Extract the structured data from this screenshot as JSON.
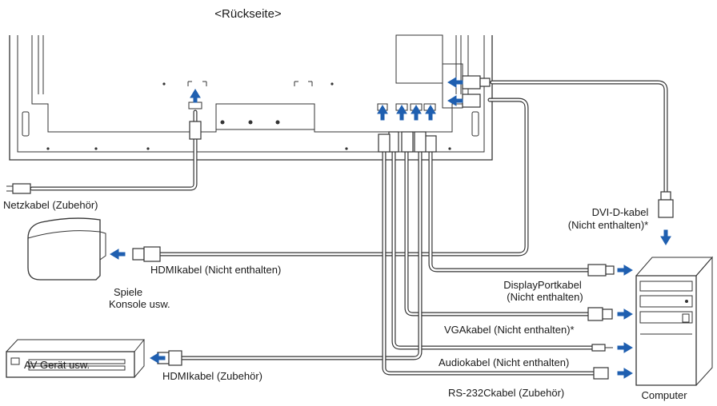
{
  "title": "<Rückseite>",
  "labels": {
    "power_cable": "Netzkabel (Zubehör)",
    "dvi_cable_line1": "DVI-D-kabel",
    "dvi_cable_line2": "(Nicht enthalten)*",
    "hdmi_cable_game": "HDMIkabel (Nicht enthalten)",
    "game_console_line1": "Spiele",
    "game_console_line2": "Konsole usw.",
    "displayport_line1": "DisplayPortkabel",
    "displayport_line2": "(Nicht enthalten)",
    "vga_cable": "VGAkabel (Nicht enthalten)*",
    "audio_cable": "Audiokabel (Nicht enthalten)",
    "av_device": "AV Gerät usw.",
    "hdmi_cable_av": "HDMIkabel (Zubehör)",
    "rs232_cable": "RS-232Ckabel (Zubehör)",
    "computer": "Computer"
  },
  "colors": {
    "arrow": "#1f5fb0",
    "line": "#333333"
  },
  "icons": [
    "monitor-rear",
    "game-console",
    "av-device",
    "computer-tower",
    "power-plug",
    "hdmi-plug",
    "dvi-plug",
    "displayport-plug",
    "vga-plug",
    "audio-plug",
    "rs232-plug"
  ]
}
